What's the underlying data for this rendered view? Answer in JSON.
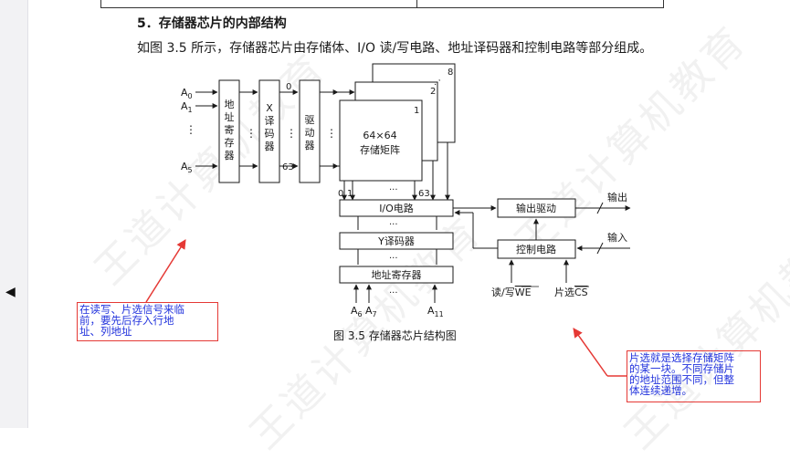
{
  "section": {
    "heading": "5．存储器芯片的内部结构",
    "intro": "如图 3.5 所示，存储器芯片由存储体、I/O 读/写电路、地址译码器和控制电路等部分组成。"
  },
  "figure": {
    "caption": "图 3.5   存储器芯片结构图",
    "addr_inputs": {
      "a0": "A",
      "a0_sub": "0",
      "a1": "A",
      "a1_sub": "1",
      "a5": "A",
      "a5_sub": "5",
      "dots": "⋮"
    },
    "addr_register": "地\n址\n寄\n存\n器",
    "x_decoder": "X\n译\n码\n器",
    "driver": "驱\n动\n器",
    "row_top": "0",
    "row_bottom": "63",
    "matrix_line1": "64×64",
    "matrix_line2": "存储矩阵",
    "layer_1": "1",
    "layer_2": "2",
    "layer_8": "8",
    "col_0": "0",
    "col_1": "1",
    "col_63": "63",
    "dots_h": "···",
    "io_circuit": "I/O电路",
    "y_decoder": "Y译码器",
    "col_addr_register": "地址寄存器",
    "a6": "A",
    "a6_sub": "6",
    "a7": "A",
    "a7_sub": "7",
    "a11": "A",
    "a11_sub": "11",
    "output_driver": "输出驱动",
    "control_circuit": "控制电路",
    "output_label": "输出",
    "input_label": "输入",
    "rw_label": "读/写",
    "we": "WE",
    "cs_label": "片选",
    "cs": "CS"
  },
  "annotations": {
    "left_note": "在读写、片选信号来临\n前，要先后存入行地\n址、列地址",
    "right_note": "片选就是选择存储矩阵\n的某一块。不同存储片\n的地址范围不同，但整\n体连续递增。"
  },
  "watermark": "王道计算机教育",
  "colors": {
    "annotation_border": "#e53935",
    "annotation_text": "#2233dd"
  }
}
